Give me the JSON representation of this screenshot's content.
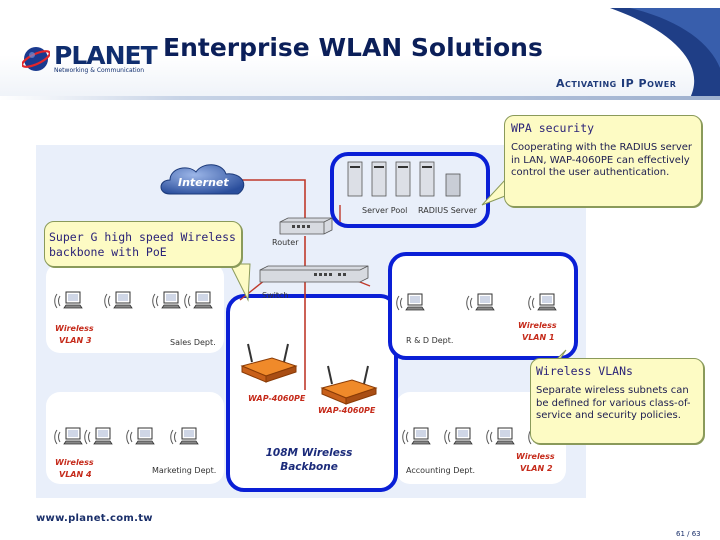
{
  "header": {
    "logo_name": "PLANET",
    "logo_subtitle": "Networking & Communication",
    "title": "Enterprise WLAN Solutions",
    "tagline": "Activating IP Power"
  },
  "footer": {
    "url": "www.planet.com.tw",
    "page": "61 / 63"
  },
  "diagram": {
    "internet": "Internet",
    "router": "Router",
    "switch": "Switch",
    "server_pool": "Server Pool",
    "radius_server": "RADIUS Server",
    "zones": {
      "sales": {
        "dept": "Sales Dept.",
        "wireless": "Wireless",
        "vlan": "VLAN 3"
      },
      "rd": {
        "dept": "R & D Dept.",
        "wireless": "Wireless",
        "vlan": "VLAN 1"
      },
      "marketing": {
        "dept": "Marketing Dept.",
        "wireless": "Wireless",
        "vlan": "VLAN 4"
      },
      "accounting": {
        "dept": "Accounting Dept.",
        "wireless": "Wireless",
        "vlan": "VLAN 2"
      }
    },
    "ap_left": "WAP-4060PE",
    "ap_right": "WAP-4060PE",
    "backbone_line1": "108M Wireless",
    "backbone_line2": "Backbone"
  },
  "callouts": {
    "wpa": {
      "title": "WPA security",
      "text": "Cooperating with the RADIUS server in LAN, WAP-4060PE can effectively control the user authentication."
    },
    "superg": {
      "title": "Super G high speed Wireless backbone with PoE"
    },
    "vlans": {
      "title": "Wireless VLANs",
      "text": "Separate wireless subnets can be defined for various class-of-service and security policies."
    }
  },
  "colors": {
    "accent_blue": "#0a1fd6",
    "callout_yellow": "#fdfbc4",
    "wireless_red": "#c52a1a",
    "cable_red": "#c0392b",
    "title_navy": "#0b1f59"
  }
}
